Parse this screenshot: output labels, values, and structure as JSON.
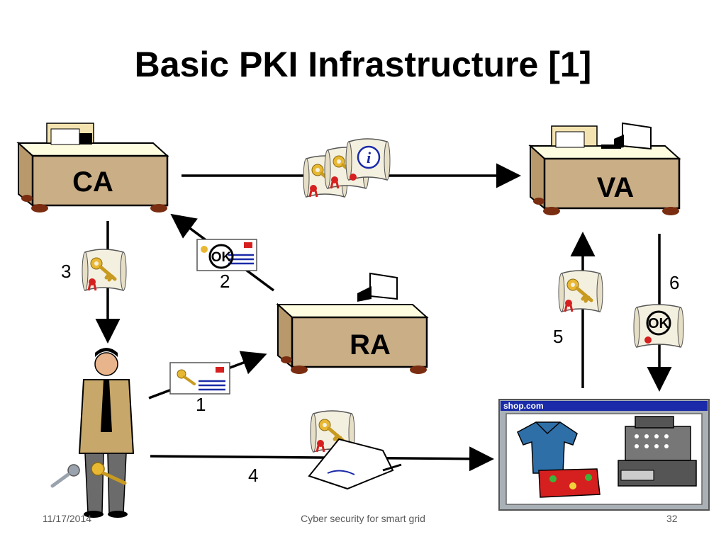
{
  "slide": {
    "title": "Basic PKI Infrastructure [1]"
  },
  "entities": {
    "ca": "CA",
    "va": "VA",
    "ra": "RA",
    "website": "shop.com"
  },
  "steps": {
    "s1": "1",
    "s2": "2",
    "s3": "3",
    "s4": "4",
    "s5": "5",
    "s6": "6"
  },
  "footer": {
    "date": "11/17/2014",
    "center": "Cyber security for smart grid",
    "page": "32"
  },
  "colors": {
    "desk_body": "#c9ae86",
    "desk_top": "#fffde0",
    "desk_feet": "#7a2d10",
    "scroll": "#f4f0e0",
    "key": "#e9b833",
    "ribbon": "#d62020",
    "shop_titlebar": "#1a2aa8",
    "shop_frame": "#a9b1b7"
  },
  "icons": [
    "folder-icon",
    "monitor-icon",
    "certificate-scroll-icon",
    "key-icon",
    "ok-seal-icon",
    "envelope-icon",
    "info-icon",
    "shirt-icon",
    "cash-register-icon",
    "person-icon"
  ]
}
